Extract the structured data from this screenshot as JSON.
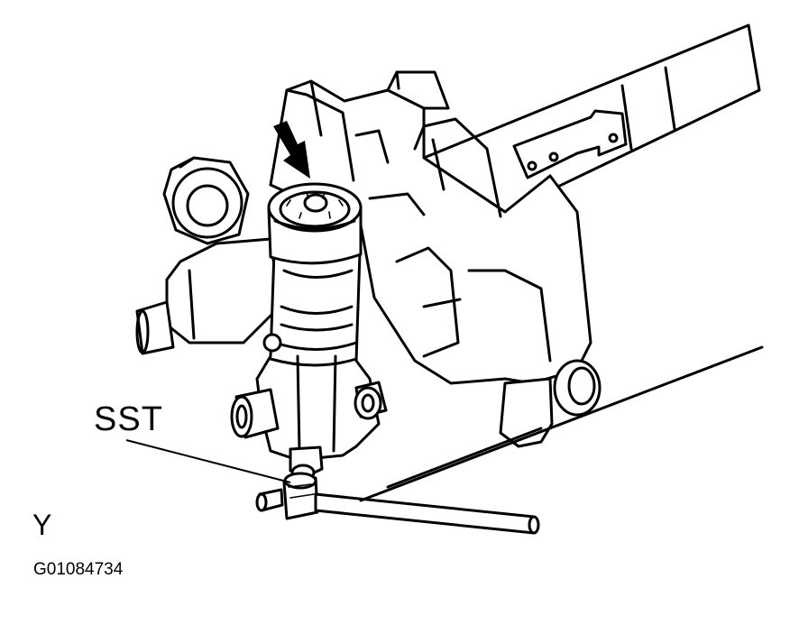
{
  "figure": {
    "tool_label": "SST",
    "view_label": "Y",
    "figure_code": "G01084734"
  },
  "colors": {
    "line": "#000000",
    "background": "#ffffff"
  }
}
